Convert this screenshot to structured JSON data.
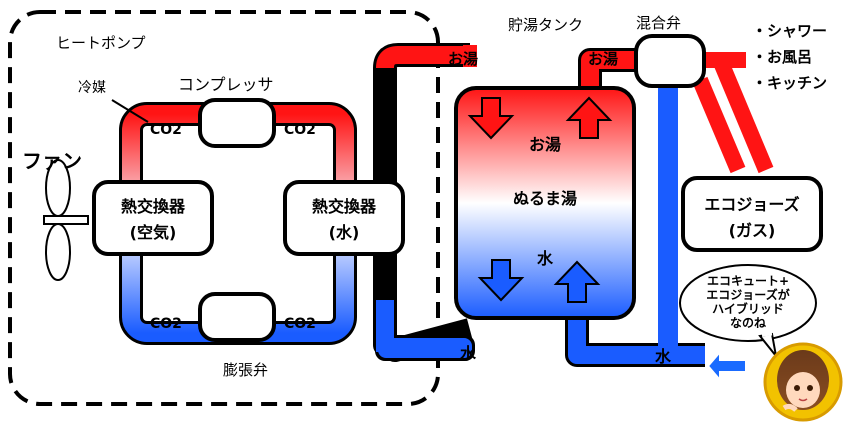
{
  "heat_pump": {
    "title": "ヒートポンプ",
    "refrigerant_label": "冷媒",
    "compressor": "コンプレッサ",
    "expansion_valve": "膨張弁",
    "fan": "ファン",
    "hx_air_line1": "熱交換器",
    "hx_air_line2": "(空気)",
    "hx_water_line1": "熱交換器",
    "hx_water_line2": "(水)",
    "co2": "CO2"
  },
  "tank": {
    "title": "貯湯タンク",
    "hot_water_pipe": "お湯",
    "hot_zone": "お湯",
    "middle_zone": "ぬるま湯",
    "cold_zone": "水",
    "return_water": "水"
  },
  "mixing_valve": {
    "title": "混合弁",
    "hot_water": "お湯"
  },
  "uses": [
    "・シャワー",
    "・お風呂",
    "・キッチン"
  ],
  "ecojozu": {
    "line1": "エコジョーズ",
    "line2": "(ガス)"
  },
  "supply_water": "水",
  "speech_bubble": [
    "エコキュート+",
    "エコジョーズが",
    "ハイブリッド",
    "なのね"
  ],
  "colors": {
    "hot": "#ff1a1a",
    "cold": "#1a6bff"
  }
}
